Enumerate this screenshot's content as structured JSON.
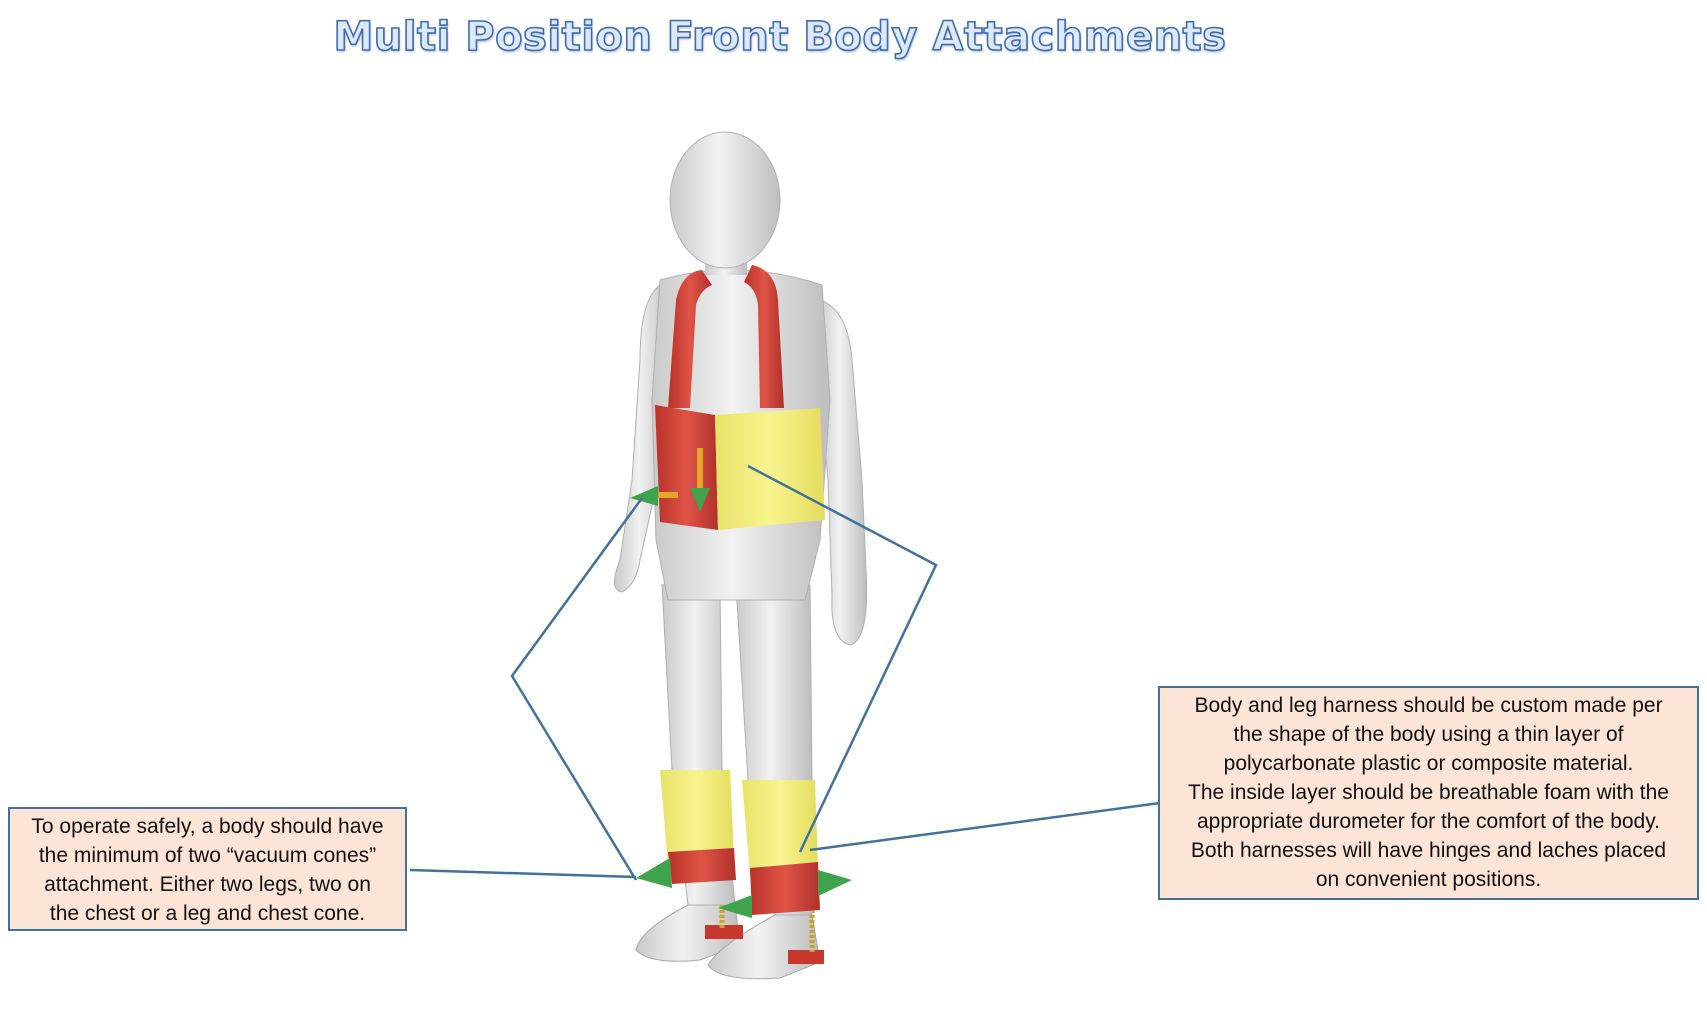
{
  "title": "Multi Position Front Body Attachments",
  "notes": {
    "left": {
      "lines": [
        "To operate safely, a body should have",
        "the minimum of two “vacuum cones”",
        "attachment. Either two legs, two on",
        "the chest or a leg and chest cone."
      ]
    },
    "right": {
      "lines": [
        "Body and leg harness should be custom made per",
        "the shape of the body using a thin layer of",
        "polycarbonate plastic or composite material.",
        "The inside layer should be breathable foam with the",
        "appropriate durometer for the comfort of the body.",
        "Both harnesses will have hinges and laches placed",
        "on convenient positions."
      ]
    }
  },
  "colors": {
    "mannequin": "#e6e6e6",
    "harness_red": "#d7453a",
    "harness_yellow": "#f5f07a",
    "cone_green": "#3fa34d",
    "callout_line": "#41719c",
    "note_fill": "#fce4d6"
  }
}
